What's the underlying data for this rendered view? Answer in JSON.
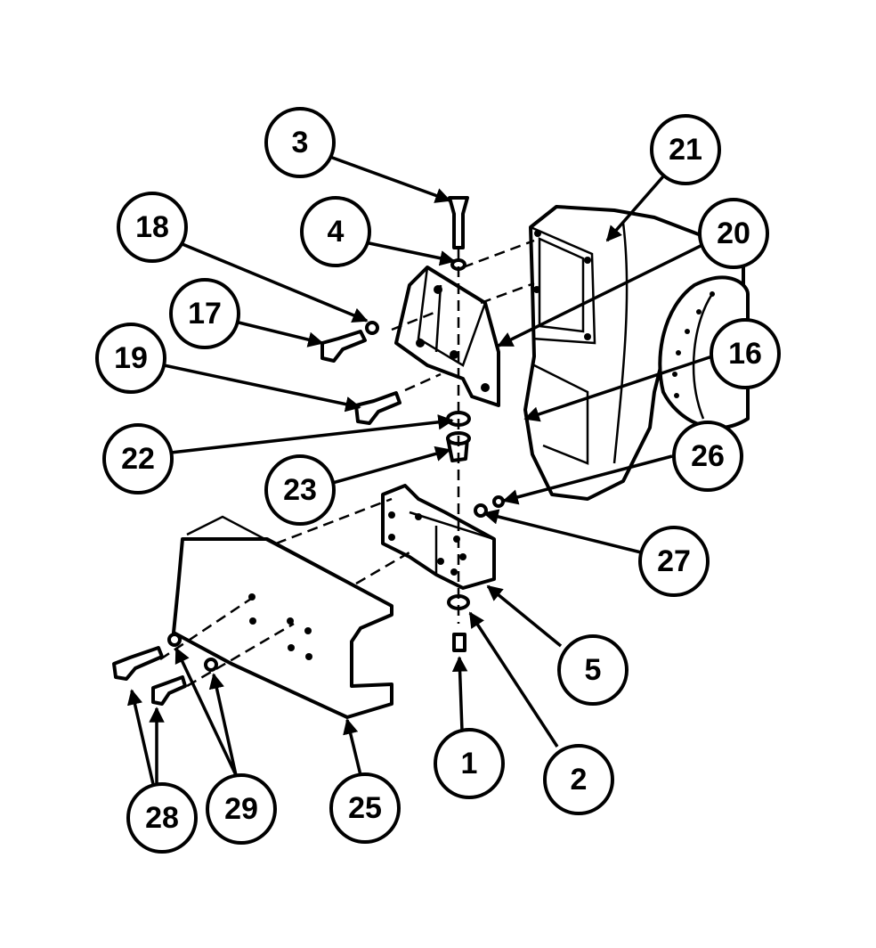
{
  "diagram": {
    "callouts": [
      {
        "id": "c3",
        "label": "3"
      },
      {
        "id": "c21",
        "label": "21"
      },
      {
        "id": "c18",
        "label": "18"
      },
      {
        "id": "c4",
        "label": "4"
      },
      {
        "id": "c20",
        "label": "20"
      },
      {
        "id": "c17",
        "label": "17"
      },
      {
        "id": "c19",
        "label": "19"
      },
      {
        "id": "c16",
        "label": "16"
      },
      {
        "id": "c22",
        "label": "22"
      },
      {
        "id": "c23",
        "label": "23"
      },
      {
        "id": "c26",
        "label": "26"
      },
      {
        "id": "c27",
        "label": "27"
      },
      {
        "id": "c5",
        "label": "5"
      },
      {
        "id": "c1",
        "label": "1"
      },
      {
        "id": "c2",
        "label": "2"
      },
      {
        "id": "c28",
        "label": "28"
      },
      {
        "id": "c29",
        "label": "29"
      },
      {
        "id": "c25",
        "label": "25"
      }
    ]
  }
}
